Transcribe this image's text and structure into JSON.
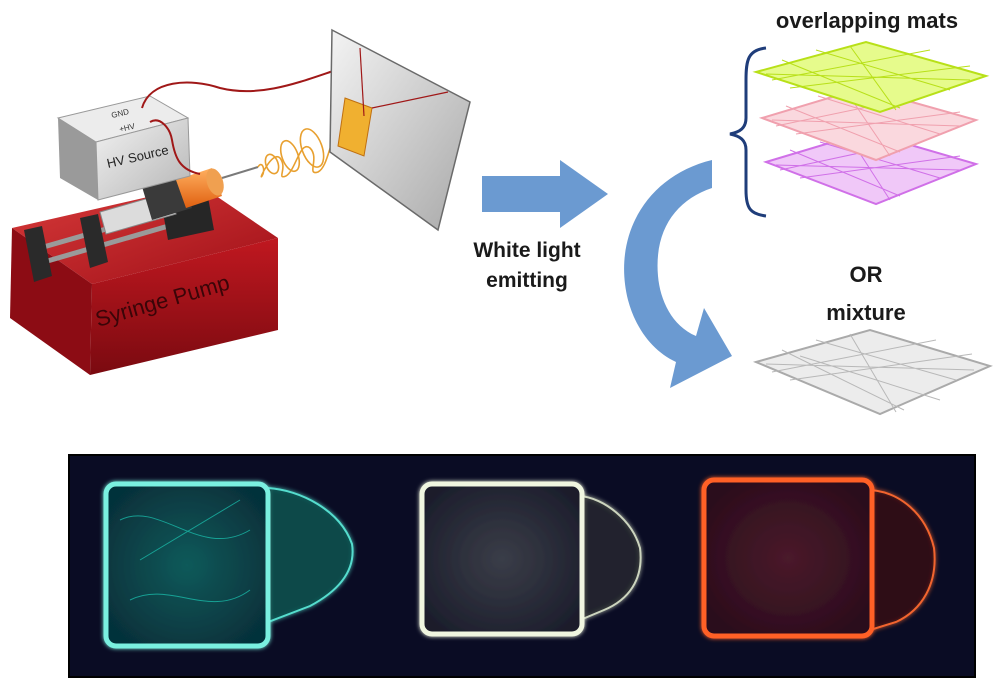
{
  "labels": {
    "overlapping_mats": "overlapping mats",
    "white_light_line1": "White light",
    "white_light_line2": "emitting",
    "or": "OR",
    "mixture": "mixture"
  },
  "apparatus": {
    "gnd": "GND",
    "hv": "+HV",
    "hv_source": "HV Source",
    "syringe_pump": "Syringe Pump"
  },
  "colors": {
    "arrow": "#6b9ad1",
    "mat_top": "#c8f21a",
    "mat_middle": "#f3a6b2",
    "mat_bottom": "#e078f0",
    "mat_mixture": "#c8c8c8",
    "sample_cyan": "#20d8c0",
    "sample_white": "#e8f0dc",
    "sample_orange": "#ff5a20",
    "pump_red": "#b8141c",
    "photo_bg": "#0a0c24"
  },
  "samples": [
    {
      "name": "cyan-emitting-mat",
      "color": "#20d8c0"
    },
    {
      "name": "white-emitting-mat",
      "color": "#e8f0dc"
    },
    {
      "name": "orange-emitting-mat",
      "color": "#ff5a20"
    }
  ]
}
